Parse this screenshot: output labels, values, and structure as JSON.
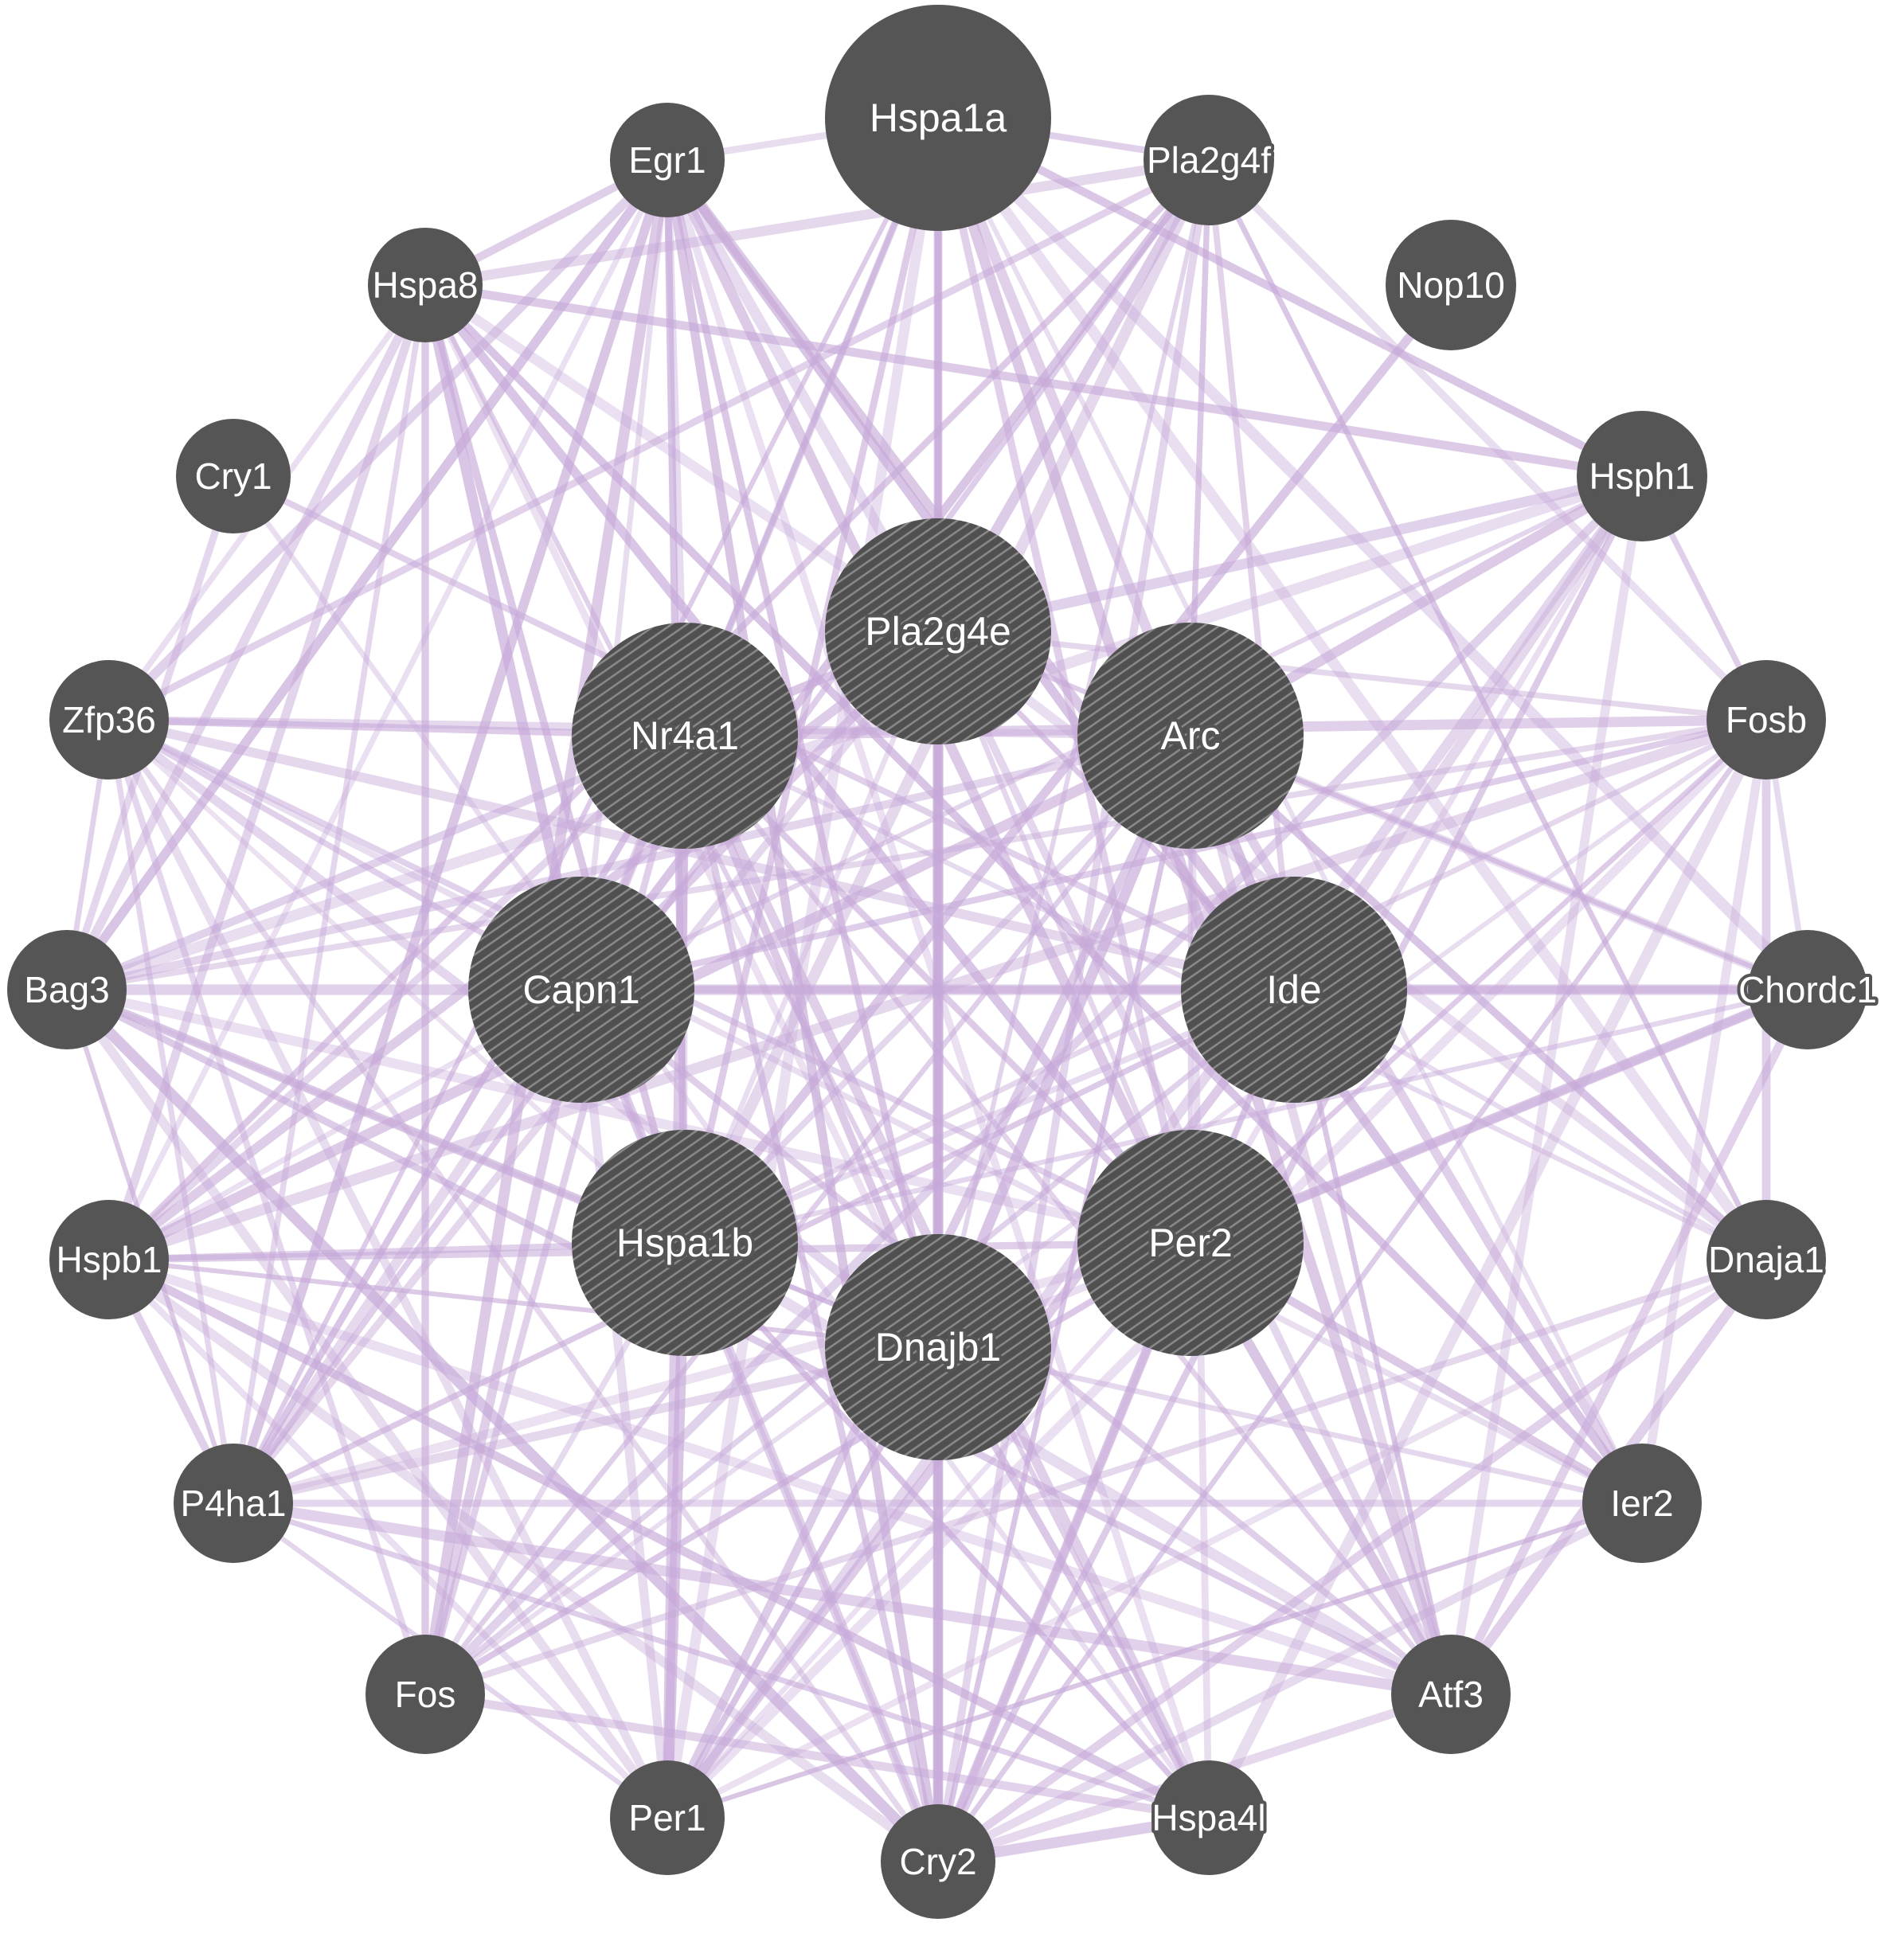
{
  "colors": {
    "background": "#ffffff",
    "node_fill": "#555555",
    "query_node_fill": "#505050",
    "hatch": "#8a8a8a",
    "label": "#ffffff",
    "edge": "#c6a9d8"
  },
  "nodes": [
    {
      "id": "Hspa1a",
      "label": "Hspa1a",
      "query": false,
      "big": true
    },
    {
      "id": "Pla2g4f",
      "label": "Pla2g4f",
      "query": false,
      "big": false
    },
    {
      "id": "Nop10",
      "label": "Nop10",
      "query": false,
      "big": false
    },
    {
      "id": "Hsph1",
      "label": "Hsph1",
      "query": false,
      "big": false
    },
    {
      "id": "Fosb",
      "label": "Fosb",
      "query": false,
      "big": false
    },
    {
      "id": "Chordc1",
      "label": "Chordc1",
      "query": false,
      "big": false
    },
    {
      "id": "Dnaja1",
      "label": "Dnaja1",
      "query": false,
      "big": false
    },
    {
      "id": "Ier2",
      "label": "Ier2",
      "query": false,
      "big": false
    },
    {
      "id": "Atf3",
      "label": "Atf3",
      "query": false,
      "big": false
    },
    {
      "id": "Hspa4l",
      "label": "Hspa4l",
      "query": false,
      "big": false
    },
    {
      "id": "Cry2",
      "label": "Cry2",
      "query": false,
      "big": false
    },
    {
      "id": "Per1",
      "label": "Per1",
      "query": false,
      "big": false
    },
    {
      "id": "Fos",
      "label": "Fos",
      "query": false,
      "big": false
    },
    {
      "id": "P4ha1",
      "label": "P4ha1",
      "query": false,
      "big": false
    },
    {
      "id": "Hspb1",
      "label": "Hspb1",
      "query": false,
      "big": false
    },
    {
      "id": "Bag3",
      "label": "Bag3",
      "query": false,
      "big": false
    },
    {
      "id": "Zfp36",
      "label": "Zfp36",
      "query": false,
      "big": false
    },
    {
      "id": "Cry1",
      "label": "Cry1",
      "query": false,
      "big": false
    },
    {
      "id": "Hspa8",
      "label": "Hspa8",
      "query": false,
      "big": false
    },
    {
      "id": "Egr1",
      "label": "Egr1",
      "query": false,
      "big": false
    },
    {
      "id": "Pla2g4e",
      "label": "Pla2g4e",
      "query": true,
      "big": true
    },
    {
      "id": "Arc",
      "label": "Arc",
      "query": true,
      "big": true
    },
    {
      "id": "Ide",
      "label": "Ide",
      "query": true,
      "big": true
    },
    {
      "id": "Per2",
      "label": "Per2",
      "query": true,
      "big": true
    },
    {
      "id": "Dnajb1",
      "label": "Dnajb1",
      "query": true,
      "big": true
    },
    {
      "id": "Hspa1b",
      "label": "Hspa1b",
      "query": true,
      "big": true
    },
    {
      "id": "Capn1",
      "label": "Capn1",
      "query": true,
      "big": true
    },
    {
      "id": "Nr4a1",
      "label": "Nr4a1",
      "query": true,
      "big": true
    }
  ]
}
